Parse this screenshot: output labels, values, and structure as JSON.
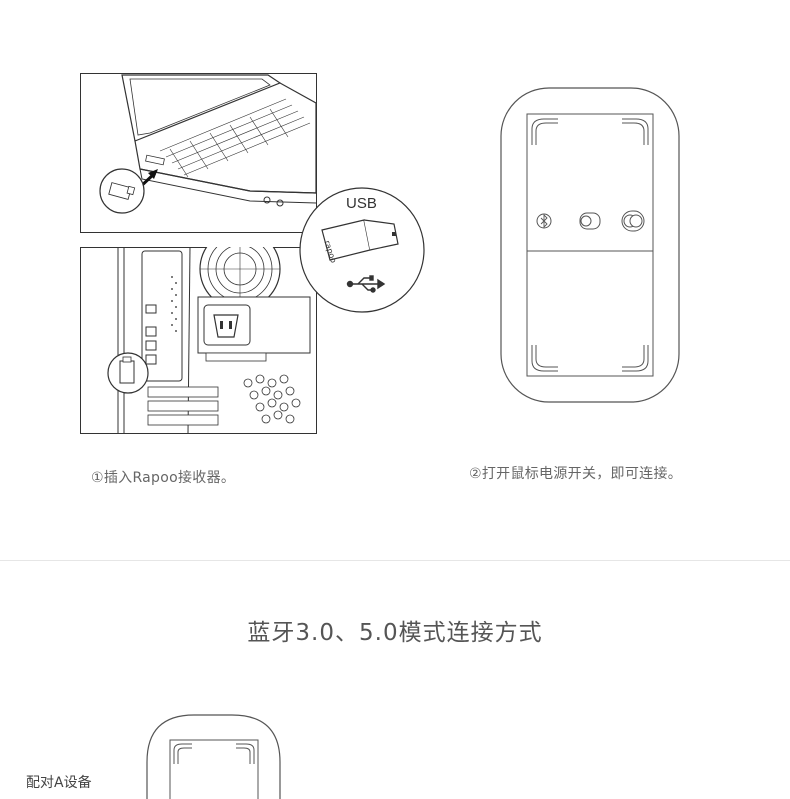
{
  "steps": [
    {
      "label": "①插入Rapoo接收器。"
    },
    {
      "label": "②打开鼠标电源开关，即可连接。"
    }
  ],
  "usb_bubble": {
    "label": "USB"
  },
  "section": {
    "title": "蓝牙3.0、5.0模式连接方式",
    "pair_label": "配对A设备"
  },
  "icons": [
    "laptop-illustration",
    "desktop-tower-illustration",
    "usb-receiver-icon",
    "usb-symbol-icon",
    "mouse-underside-illustration",
    "bluetooth-icon",
    "power-switch-icon"
  ]
}
